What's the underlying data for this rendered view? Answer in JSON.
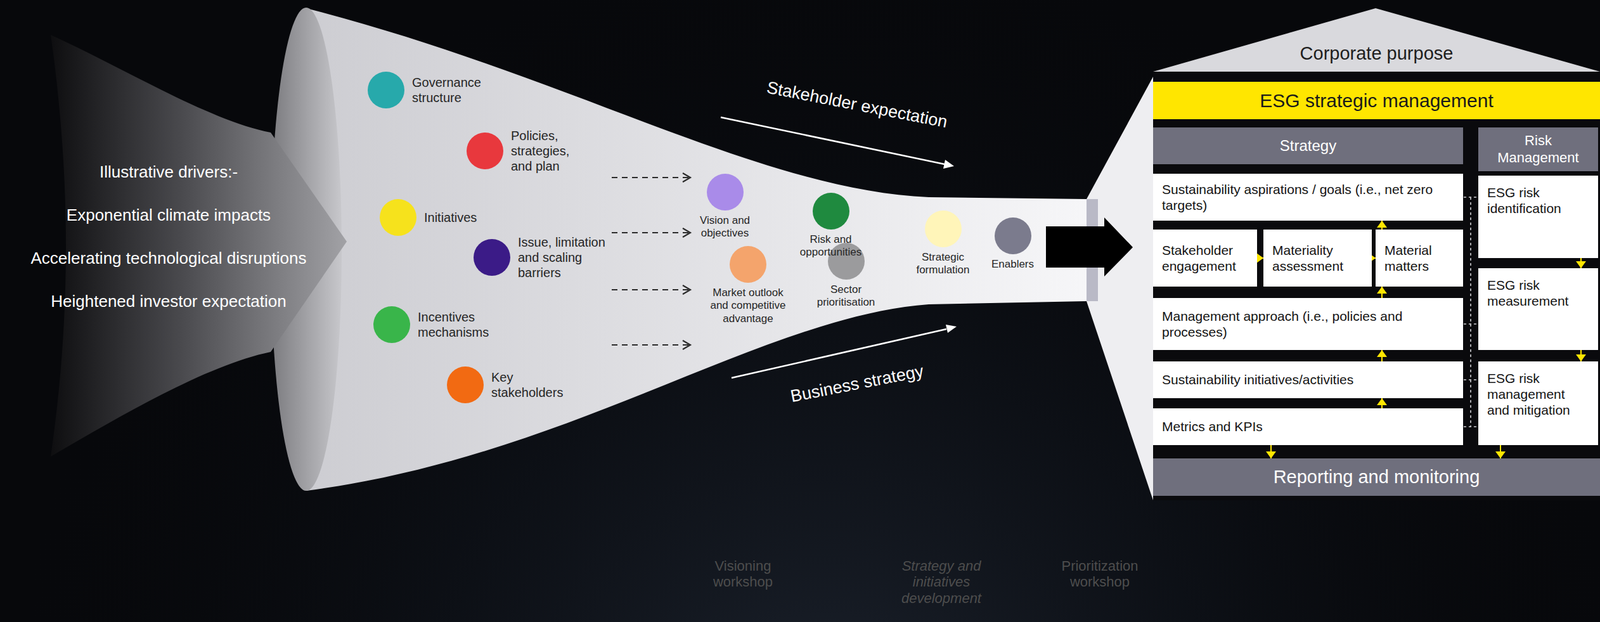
{
  "diagram": {
    "nodes": [
      {
        "text": [
          "Governance structure"
        ]
      },
      {
        "text": [
          "Policies, strategies, and plan"
        ]
      },
      {
        "text": [
          "Initiatives"
        ]
      },
      {
        "text": [
          "Issue, limitation and scaling barriers"
        ]
      },
      {
        "text": [
          "Incentives mechanisms"
        ]
      },
      {
        "text": [
          "Key stakeholders"
        ]
      },
      {
        "text": [
          "Vision and objectives"
        ]
      },
      {
        "text": [
          "Market outlook and competitive advantage"
        ]
      },
      {
        "text": [
          "Risk and opportunities"
        ]
      },
      {
        "text": [
          "Sector prioritisation"
        ]
      },
      {
        "text": [
          "Strategic formulation"
        ]
      },
      {
        "text": [
          "Enablers"
        ]
      },
      {
        "text": [
          "Corporate purpose"
        ]
      },
      {
        "text": [
          "ESG strategic management"
        ]
      },
      {
        "text": [
          "Strategy"
        ]
      },
      {
        "text": [
          "Risk Management"
        ]
      },
      {
        "text": [
          "Sustainability aspirations / goals (i.e., net zero targets)"
        ]
      },
      {
        "text": [
          "Stakeholder engagement"
        ]
      },
      {
        "text": [
          "Materiality assessment"
        ]
      },
      {
        "text": [
          "Material matters"
        ]
      },
      {
        "text": [
          "Management approach (i.e., policies and processes)"
        ]
      },
      {
        "text": [
          "Sustainability initiatives/activities"
        ]
      },
      {
        "text": [
          "Metrics and KPIs"
        ]
      },
      {
        "text": [
          "ESG risk identification"
        ]
      },
      {
        "text": [
          "ESG risk measurement"
        ]
      },
      {
        "text": [
          "ESG risk management and mitigation"
        ]
      },
      {
        "text": [
          "Reporting and monitoring"
        ]
      }
    ],
    "edges": [
      {
        "from": 17,
        "to": 18,
        "arrow": "to"
      },
      {
        "from": 18,
        "to": 19,
        "arrow": "to"
      },
      {
        "from": 19,
        "to": 16,
        "arrow": "to"
      },
      {
        "from": 20,
        "to": 19,
        "arrow": "to"
      },
      {
        "from": 21,
        "to": 20,
        "arrow": "to"
      },
      {
        "from": 22,
        "to": 21,
        "arrow": "to"
      },
      {
        "from": 22,
        "to": 26,
        "arrow": "to"
      },
      {
        "from": 23,
        "to": 24,
        "arrow": "to"
      },
      {
        "from": 24,
        "to": 25,
        "arrow": "to"
      },
      {
        "from": 25,
        "to": 26,
        "arrow": "to"
      }
    ],
    "labels": [
      "Illustrative drivers:-",
      "Exponential climate impacts",
      "Accelerating technological disruptions",
      "Heightened investor expectation",
      "Stakeholder expectation",
      "Business strategy",
      "Visioning workshop",
      "Strategy and initiatives development",
      "Prioritization workshop"
    ]
  }
}
